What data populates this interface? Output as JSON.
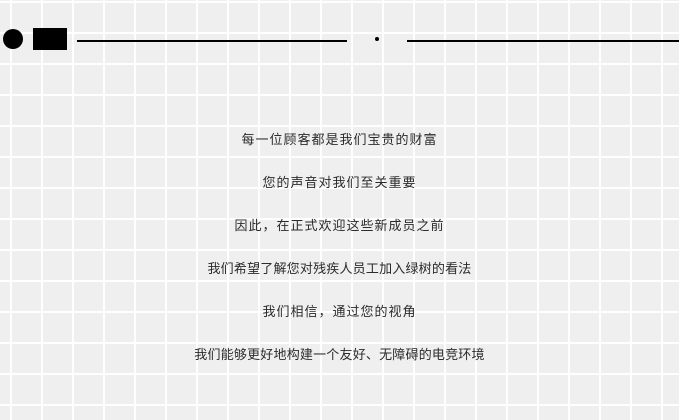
{
  "header": {
    "decorations": {
      "circle": "filled-circle",
      "rectangle": "filled-rectangle",
      "divider_left": "horizontal-line",
      "center_dot": "dot",
      "divider_right": "horizontal-line"
    }
  },
  "body": {
    "lines": [
      "每一位顾客都是我们宝贵的财富",
      "您的声音对我们至关重要",
      "因此，在正式欢迎这些新成员之前",
      "我们希望了解您对残疾人员工加入绿树的看法",
      "我们相信，通过您的视角",
      "我们能够更好地构建一个友好、无障碍的电竞环境"
    ]
  },
  "colors": {
    "background": "#efefef",
    "grid": "#ffffff",
    "decoration": "#000000",
    "text": "#2b2b2b"
  }
}
